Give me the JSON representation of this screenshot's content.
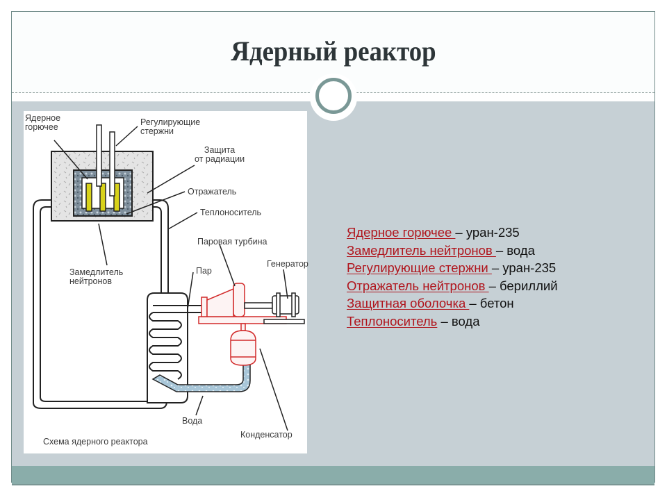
{
  "slide": {
    "title": "Ядерный реактор"
  },
  "diagram": {
    "caption": "Схема ядерного реактора",
    "labels": {
      "fuel": [
        "Ядерное",
        "горючее"
      ],
      "control_rods": [
        "Регулирующие",
        "стержни"
      ],
      "shield": [
        "Защита",
        "от радиации"
      ],
      "reflector": "Отражатель",
      "coolant": "Теплоноситель",
      "turbine": "Паровая турбина",
      "moderator": [
        "Замедлитель",
        "нейтронов"
      ],
      "steam": "Пар",
      "generator": "Генератор",
      "water": "Вода",
      "condenser": "Конденсатор"
    }
  },
  "legend": {
    "items": [
      {
        "term": "Ядерное горючее ",
        "value": "– уран-235"
      },
      {
        "term": "Замедлитель нейтронов ",
        "value": "– вода"
      },
      {
        "term": "Регулирующие стержни ",
        "value": "– уран-235"
      },
      {
        "term": "Отражатель нейтронов ",
        "value": "– бериллий"
      },
      {
        "term": "Защитная оболочка ",
        "value": "– бетон"
      },
      {
        "term": "Теплоноситель",
        "value": " – вода"
      }
    ]
  },
  "colors": {
    "title": "#2d3538",
    "link": "#b0141c",
    "content_bg": "#c6d0d5",
    "footer_bg": "#8aadaa",
    "accent_ring": "#7a9896"
  }
}
